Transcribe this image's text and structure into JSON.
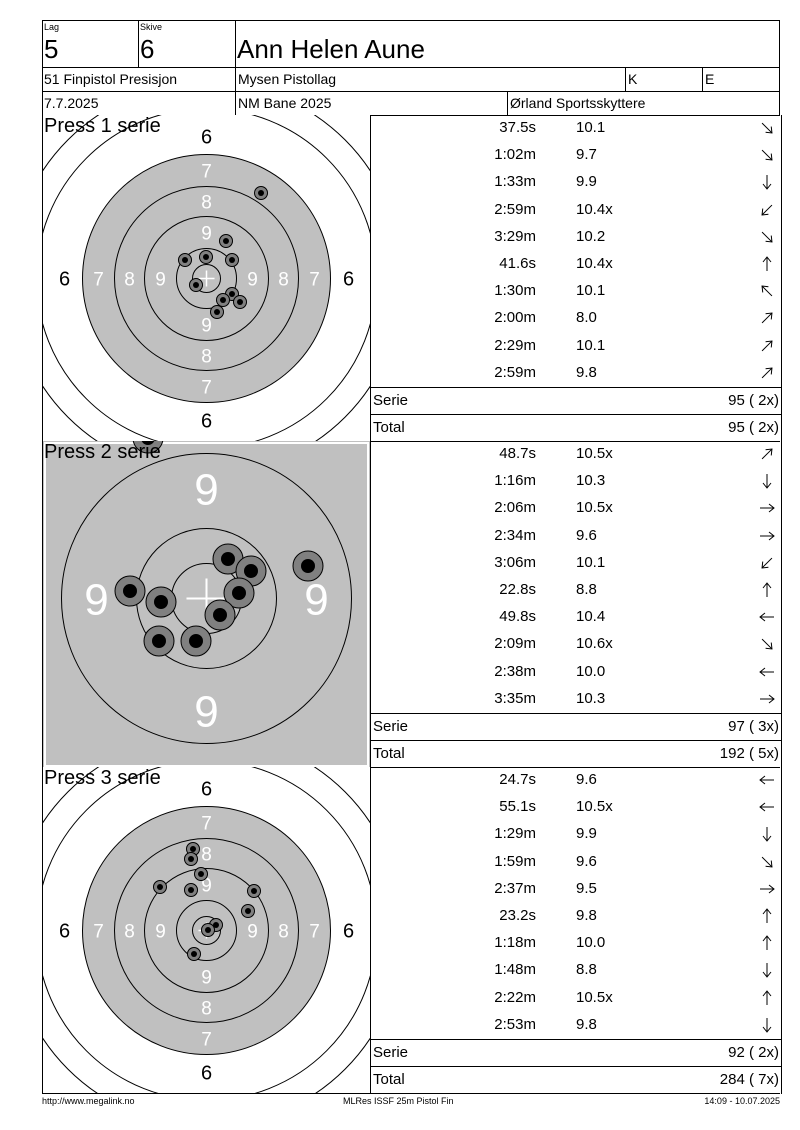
{
  "header": {
    "lag_label": "Lag",
    "lag": "5",
    "skive_label": "Skive",
    "skive": "6",
    "name": "Ann Helen Aune",
    "competition": "51 Finpistol Presisjon",
    "club": "Mysen Pistollag",
    "class_k": "K",
    "class_e": "E",
    "date": "7.7.2025",
    "event": "NM Bane 2025",
    "organizer": "Ørland Sportsskyttere"
  },
  "series": [
    {
      "title": "Press 1 serie",
      "zoom": "full",
      "rows": [
        {
          "time": "37.5s",
          "value": "10.1",
          "dir": "down-right"
        },
        {
          "time": "1:02m",
          "value": "9.7",
          "dir": "down-right"
        },
        {
          "time": "1:33m",
          "value": "9.9",
          "dir": "down"
        },
        {
          "time": "2:59m",
          "value": "10.4x",
          "dir": "down-left"
        },
        {
          "time": "3:29m",
          "value": "10.2",
          "dir": "down-right"
        },
        {
          "time": "41.6s",
          "value": "10.4x",
          "dir": "up"
        },
        {
          "time": "1:30m",
          "value": "10.1",
          "dir": "up-left"
        },
        {
          "time": "2:00m",
          "value": "8.0",
          "dir": "up-right"
        },
        {
          "time": "2:29m",
          "value": "10.1",
          "dir": "up-right"
        },
        {
          "time": "2:59m",
          "value": "9.8",
          "dir": "up-right"
        }
      ],
      "serie_label": "Serie",
      "serie_value": "95 ( 2x)",
      "total_label": "Total",
      "total_value": "95 ( 2x)",
      "ring_labels": [
        "6",
        "7",
        "8",
        "9"
      ]
    },
    {
      "title": "Press 2 serie",
      "zoom": "zoomed",
      "rows": [
        {
          "time": "48.7s",
          "value": "10.5x",
          "dir": "up-right"
        },
        {
          "time": "1:16m",
          "value": "10.3",
          "dir": "down"
        },
        {
          "time": "2:06m",
          "value": "10.5x",
          "dir": "right"
        },
        {
          "time": "2:34m",
          "value": "9.6",
          "dir": "right"
        },
        {
          "time": "3:06m",
          "value": "10.1",
          "dir": "down-left"
        },
        {
          "time": "22.8s",
          "value": "8.8",
          "dir": "up"
        },
        {
          "time": "49.8s",
          "value": "10.4",
          "dir": "left"
        },
        {
          "time": "2:09m",
          "value": "10.6x",
          "dir": "down-right"
        },
        {
          "time": "2:38m",
          "value": "10.0",
          "dir": "left"
        },
        {
          "time": "3:35m",
          "value": "10.3",
          "dir": "right"
        }
      ],
      "serie_label": "Serie",
      "serie_value": "97 ( 3x)",
      "total_label": "Total",
      "total_value": "192 ( 5x)",
      "ring_labels": [
        "9"
      ]
    },
    {
      "title": "Press 3 serie",
      "zoom": "full",
      "rows": [
        {
          "time": "24.7s",
          "value": "9.6",
          "dir": "left"
        },
        {
          "time": "55.1s",
          "value": "10.5x",
          "dir": "left"
        },
        {
          "time": "1:29m",
          "value": "9.9",
          "dir": "down"
        },
        {
          "time": "1:59m",
          "value": "9.6",
          "dir": "down-right"
        },
        {
          "time": "2:37m",
          "value": "9.5",
          "dir": "right"
        },
        {
          "time": "23.2s",
          "value": "9.8",
          "dir": "up"
        },
        {
          "time": "1:18m",
          "value": "10.0",
          "dir": "up"
        },
        {
          "time": "1:48m",
          "value": "8.8",
          "dir": "down"
        },
        {
          "time": "2:22m",
          "value": "10.5x",
          "dir": "up"
        },
        {
          "time": "2:53m",
          "value": "9.8",
          "dir": "down"
        }
      ],
      "serie_label": "Serie",
      "serie_value": "92 ( 2x)",
      "total_label": "Total",
      "total_value": "284 ( 7x)",
      "ring_labels": [
        "6",
        "7",
        "8",
        "9"
      ]
    }
  ],
  "footer": {
    "left": "http://www.megalink.no",
    "center": "MLRes ISSF 25m Pistol Fin",
    "right": "14:09 - 10.07.2025"
  },
  "colors": {
    "target_gray": "#c0c0c0",
    "shot_outer": "#808080",
    "shot_inner": "#000000"
  }
}
